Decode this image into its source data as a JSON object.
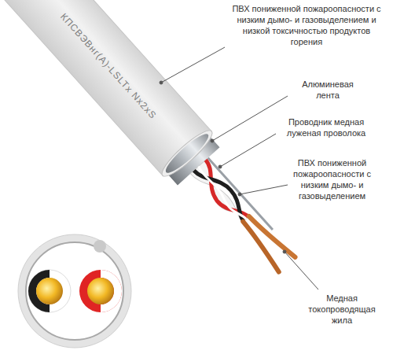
{
  "diagram": {
    "labels": [
      "КПСВЭВнг(А)-LSLTx Nx2xS",
      "ПВХ пониженной пожароопасности с низким дымо- и газовыделением и низкой токсичностью продуктов горения",
      "Алюминевая лента",
      "Проводник медная луженая проволока",
      "ПВХ пониженной пожароопасности с низким дымо- и газовыделением",
      "Медная токопроводящая жила"
    ]
  }
}
